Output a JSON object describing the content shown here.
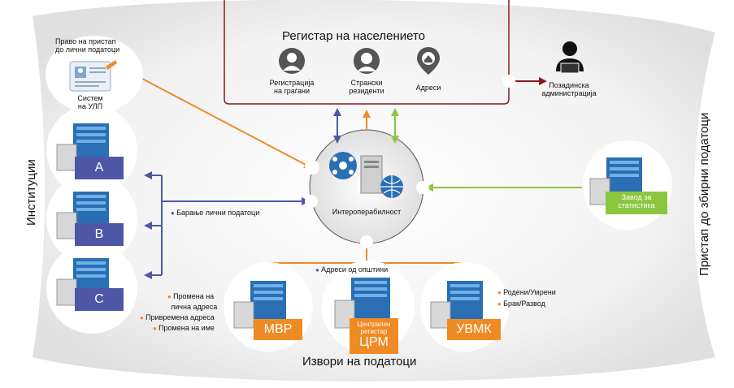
{
  "registry": {
    "title": "Регистар на населението",
    "items": [
      {
        "icon": "person-icon",
        "label_l1": "Регистрација",
        "label_l2": "на граѓани"
      },
      {
        "icon": "foreign-resident-icon",
        "label_l1": "Странски",
        "label_l2": "резиденти"
      },
      {
        "icon": "address-pin-icon",
        "label_l1": "Адреси",
        "label_l2": ""
      }
    ]
  },
  "backend": {
    "label_l1": "Позадинска",
    "label_l2": "администрација"
  },
  "access": {
    "label_l1": "Право на пристап",
    "label_l2": "до лични податоци"
  },
  "upl": {
    "label_l1": "Систем",
    "label_l2": "на УЛП"
  },
  "institutions": {
    "title": "Институции",
    "items": [
      "A",
      "B",
      "C"
    ],
    "request_label": "Барање лични податоци"
  },
  "hub": {
    "label": "Интероперабилност"
  },
  "stats": {
    "label_l1": "Завод за",
    "label_l2": "статистика"
  },
  "aggregate_access": "Пристап до збирни податоци",
  "sources": {
    "title": "Извори на податоци",
    "municipal_label": "Адреси од општини",
    "mvr": "МВР",
    "crm_l1": "Централен",
    "crm_l2": "регистар",
    "crm_l3": "ЦРМ",
    "uvmk": "УВМК",
    "mvr_notes": [
      "Промена на",
      "лична адреса",
      "Привремена адреса",
      "Промена на име"
    ],
    "uvmk_notes": [
      "Родени/Умрени",
      "Брак/Развод"
    ]
  },
  "colors": {
    "orange": "#f08a24",
    "blue": "#4d57a6",
    "green": "#8cc63f",
    "darkred": "#8b1a1a",
    "server_blue": "#2a6fb3"
  }
}
